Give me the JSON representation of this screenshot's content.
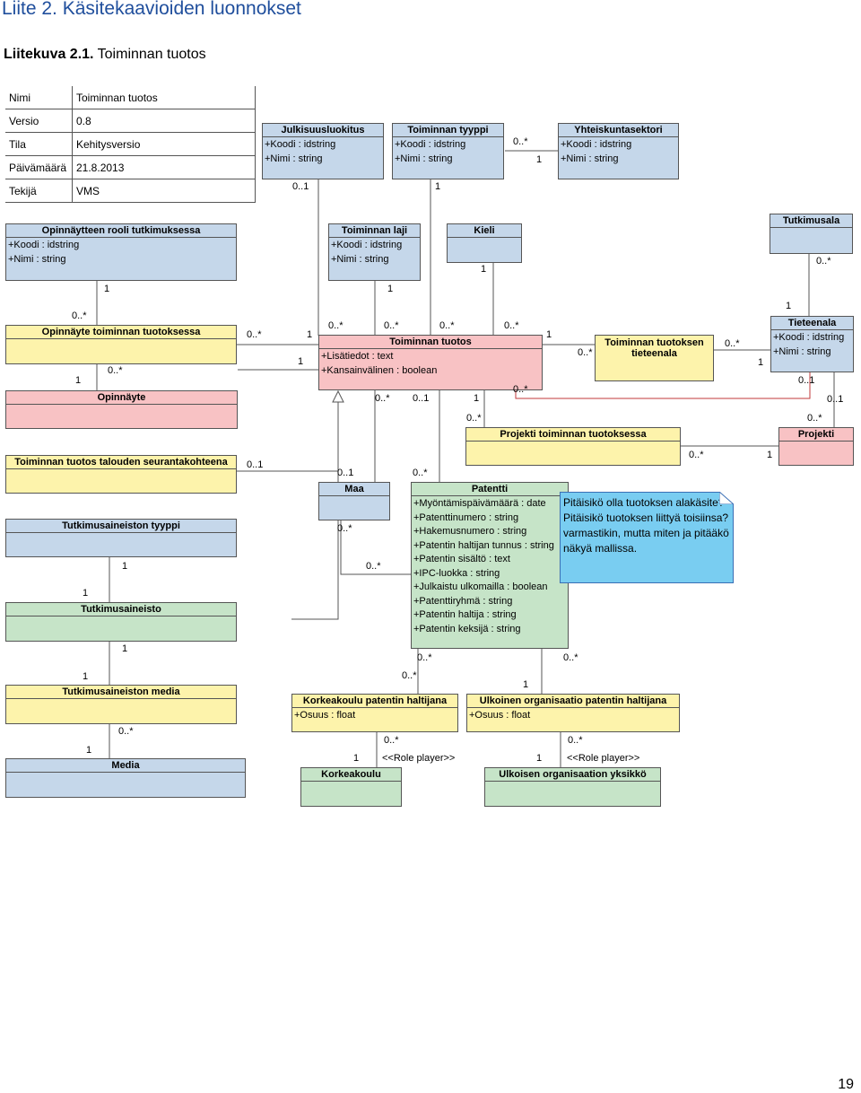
{
  "heading": "Liite 2. Käsitekaavioiden luonnokset",
  "figure_caption": {
    "bold": "Liitekuva 2.1.",
    "text": " Toiminnan tuotos"
  },
  "page_number": "19",
  "meta_table": [
    {
      "key": "Nimi",
      "value": "Toiminnan tuotos"
    },
    {
      "key": "Versio",
      "value": "0.8"
    },
    {
      "key": "Tila",
      "value": "Kehitysversio"
    },
    {
      "key": "Päivämäärä",
      "value": "21.8.2013"
    },
    {
      "key": "Tekijä",
      "value": "VMS"
    }
  ],
  "colors": {
    "blue": "#c5d7ea",
    "yellow": "#fdf3ab",
    "pink": "#f8c2c4",
    "green": "#c6e4c8",
    "note": "#79cdf1",
    "heading": "#1f4e9c"
  },
  "classes": {
    "julkisuusluokitus": {
      "title": "Julkisuusluokitus",
      "attrs": [
        "+Koodi : idstring",
        "+Nimi : string"
      ]
    },
    "toiminnan_tyyppi": {
      "title": "Toiminnan tyyppi",
      "attrs": [
        "+Koodi : idstring",
        "+Nimi : string"
      ]
    },
    "yhteiskuntasektori": {
      "title": "Yhteiskuntasektori",
      "attrs": [
        "+Koodi : idstring",
        "+Nimi : string"
      ]
    },
    "opinnaytteen_rooli": {
      "title": "Opinnäytteen rooli tutkimuksessa",
      "attrs": [
        "+Koodi : idstring",
        "+Nimi : string"
      ]
    },
    "toiminnan_laji": {
      "title": "Toiminnan laji",
      "attrs": [
        "+Koodi : idstring",
        "+Nimi : string"
      ]
    },
    "kieli": {
      "title": "Kieli",
      "attrs": []
    },
    "tutkimusala": {
      "title": "Tutkimusala",
      "attrs": []
    },
    "opinnayte_toiminnan": {
      "title": "Opinnäyte toiminnan tuotoksessa",
      "attrs": []
    },
    "toiminnan_tuotos": {
      "title": "Toiminnan tuotos",
      "attrs": [
        "+Lisätiedot : text",
        "+Kansainvälinen : boolean"
      ]
    },
    "tuotoksen_tieteenala": {
      "title": "Toiminnan tuotoksen tieteenala",
      "attrs": []
    },
    "tieteenala": {
      "title": "Tieteenala",
      "attrs": [
        "+Koodi : idstring",
        "+Nimi : string"
      ]
    },
    "opinnayte": {
      "title": "Opinnäyte",
      "attrs": []
    },
    "projekti_toiminnan": {
      "title": "Projekti toiminnan tuotoksessa",
      "attrs": []
    },
    "projekti": {
      "title": "Projekti",
      "attrs": []
    },
    "talouden_seuranta": {
      "title": "Toiminnan tuotos talouden seurantakohteena",
      "attrs": []
    },
    "maa": {
      "title": "Maa",
      "attrs": []
    },
    "patentti": {
      "title": "Patentti",
      "attrs": [
        "+Myöntämispäivämäärä : date",
        "+Patenttinumero : string",
        "+Hakemusnumero : string",
        "+Patentin haltijan tunnus : string",
        "+Patentin sisältö : text",
        "+IPC-luokka : string",
        "+Julkaistu ulkomailla : boolean",
        "+Patenttiryhmä : string",
        "+Patentin haltija : string",
        "+Patentin keksijä : string"
      ]
    },
    "aineiston_tyyppi": {
      "title": "Tutkimusaineiston tyyppi",
      "attrs": []
    },
    "tutkimusaineisto": {
      "title": "Tutkimusaineisto",
      "attrs": []
    },
    "aineiston_media": {
      "title": "Tutkimusaineiston media",
      "attrs": []
    },
    "media": {
      "title": "Media",
      "attrs": []
    },
    "korkeakoulu_haltijana": {
      "title": "Korkeakoulu patentin haltijana",
      "attrs": [
        "+Osuus : float"
      ]
    },
    "ulkoinen_haltijana": {
      "title": "Ulkoinen organisaatio patentin haltijana",
      "attrs": [
        "+Osuus : float"
      ]
    },
    "korkeakoulu": {
      "title": "Korkeakoulu",
      "attrs": []
    },
    "ulkoisen_yksikko": {
      "title": "Ulkoisen organisaation yksikkö",
      "attrs": []
    }
  },
  "note": "Pitäisikö olla tuotoksen alakäsite? Pitäisikö tuotoksen liittyä toisiinsa? varmastikin, mutta miten ja pitääkö näkyä mallissa.",
  "multiplicities": [
    "0..1",
    "1",
    "0..*",
    "1",
    "1",
    "1",
    "0..*",
    "1",
    "0..*",
    "0..*",
    "0..*",
    "0..*",
    "1",
    "0..*",
    "0..*",
    "1",
    "1",
    "0..*",
    "0..*",
    "1",
    "0..*",
    "0..1",
    "1",
    "0..*",
    "0..*",
    "0..1",
    "1",
    "0..*",
    "0..*",
    "1",
    "0..1",
    "0..1",
    "0..*",
    "0..1",
    "0..*",
    "1",
    "0..*",
    "1",
    "0..*",
    "1",
    "1",
    "0..*",
    "0..*",
    "1",
    "0..*",
    "1",
    "0..*",
    "1"
  ],
  "role_labels": [
    "<<Role player>>",
    "<<Role player>>"
  ]
}
